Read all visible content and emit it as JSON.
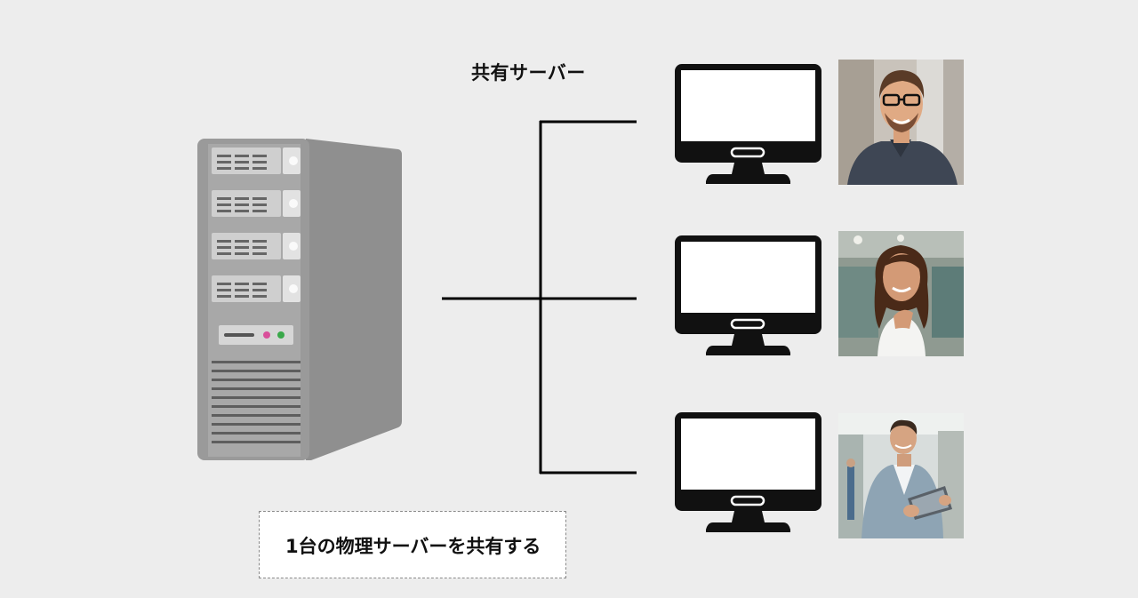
{
  "diagram": {
    "title": "共有サーバー",
    "caption": "1台の物理サーバーを共有する",
    "server_icon": "tower-server-icon",
    "monitor_icon": "monitor-icon",
    "clients": [
      {
        "name": "client-1",
        "photo": "man-with-glasses-photo"
      },
      {
        "name": "client-2",
        "photo": "smiling-woman-photo"
      },
      {
        "name": "client-3",
        "photo": "man-with-tablet-photo"
      }
    ],
    "colors": {
      "background": "#ededed",
      "line": "#000000",
      "monitor": "#111111",
      "server": "#8c8c8c"
    }
  }
}
